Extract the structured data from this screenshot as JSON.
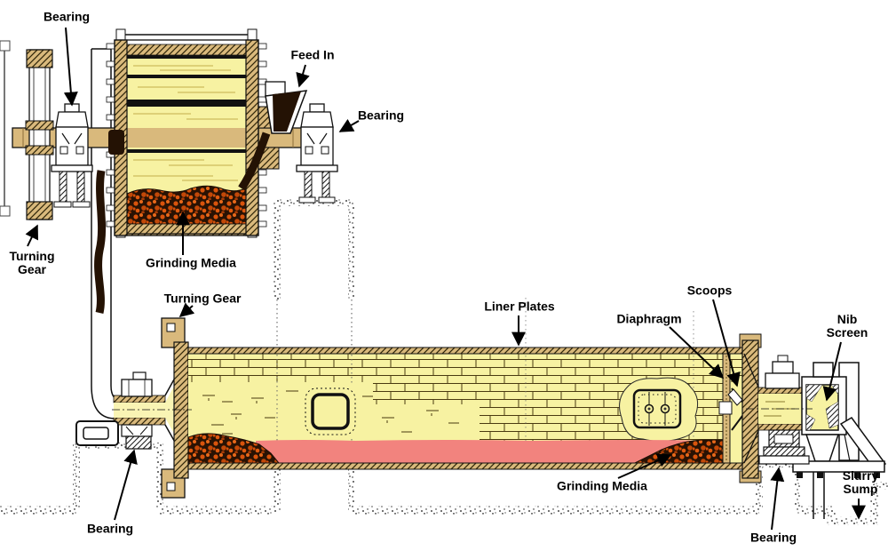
{
  "diagram_title": "",
  "labels": {
    "bearing_pinion": "Bearing",
    "turning_gear_upper": {
      "line1": "Turning",
      "line2": "Gear"
    },
    "feed_in": "Feed In",
    "bearing_feed_end_upper": "Bearing",
    "grinding_media_upper": "Grinding Media",
    "turning_gear_lower": "Turning Gear",
    "liner_plates": "Liner Plates",
    "diaphragm": "Diaphragm",
    "scoops": "Scoops",
    "nib_screen": {
      "line1": "Nib",
      "line2": "Screen"
    },
    "grinding_media_lower": "Grinding Media",
    "bearing_discharge": "Bearing",
    "slurry_sump": {
      "line1": "Slurry",
      "line2": "Sump"
    },
    "bearing_feed_end_lower": "Bearing"
  },
  "colors": {
    "background": "#FFFFFF",
    "outline": "#1A1A1A",
    "mill_interior_yellow": "#F7F2A2",
    "feed_cone_yellow": "#F9F4B4",
    "metal_tan": "#D9B97C",
    "slurry_pink": "#F2837E",
    "grinding_media_orange": "#D9540C",
    "grinding_media_dark": "#2A1203",
    "label_text": "#000000"
  }
}
